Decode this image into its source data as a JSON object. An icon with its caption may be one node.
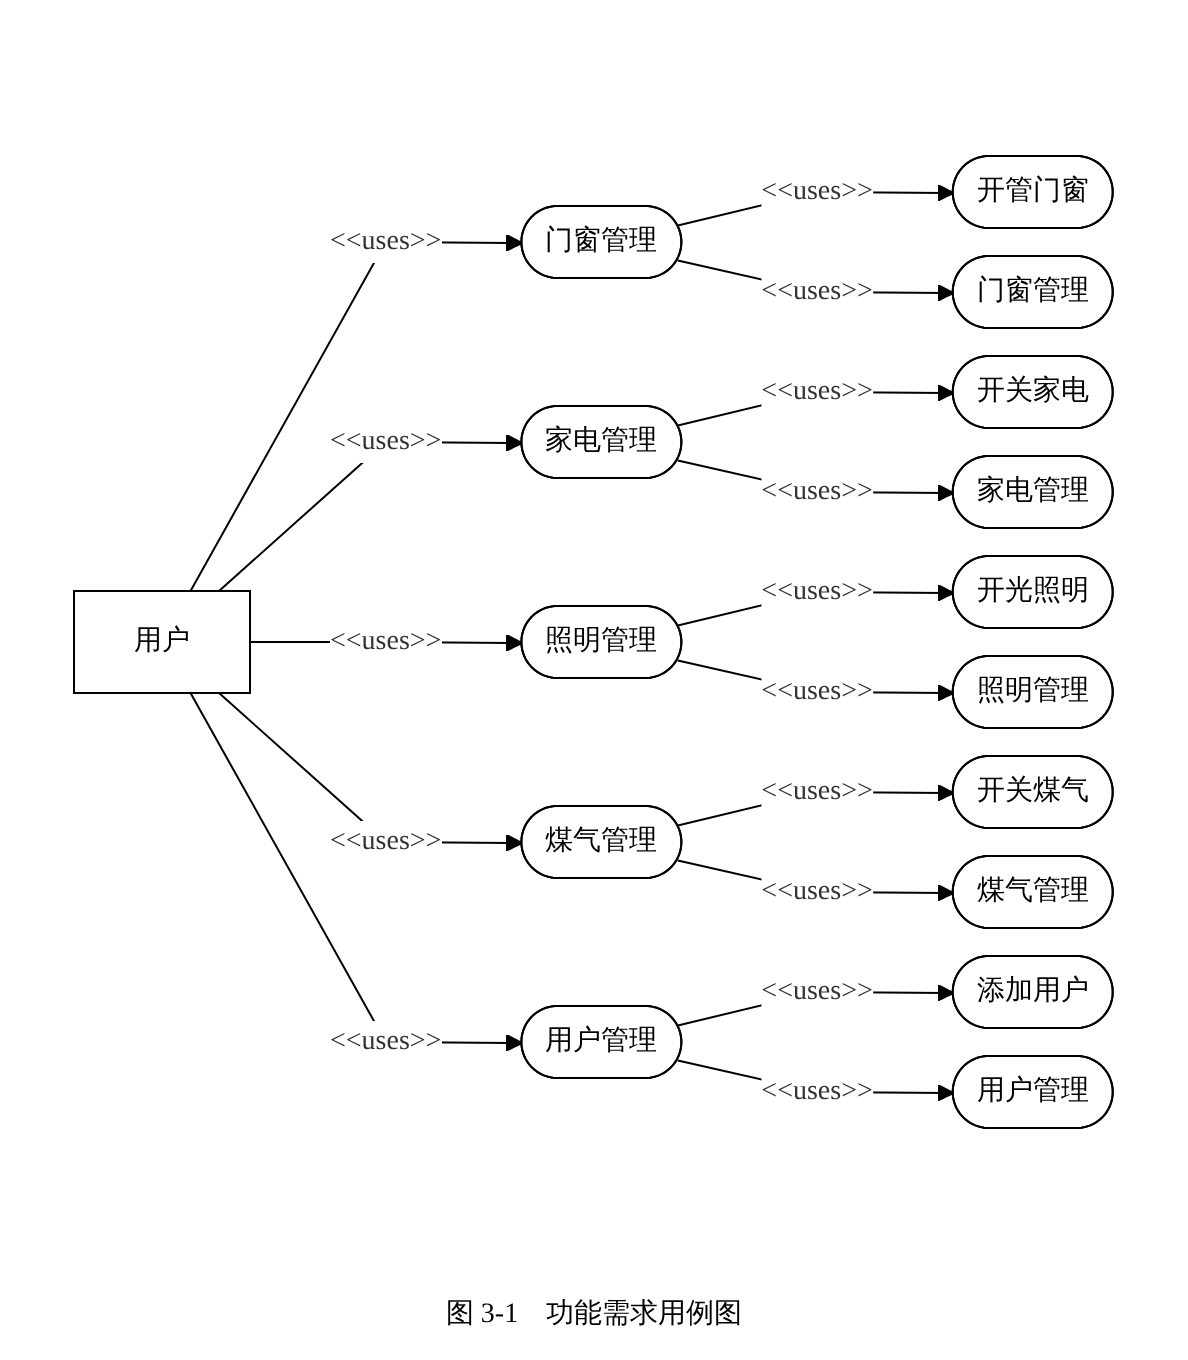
{
  "diagram": {
    "caption": "图 3-1　功能需求用例图",
    "nodes": [
      {
        "text": [
          "用户"
        ]
      },
      {
        "text": [
          "门窗管理"
        ]
      },
      {
        "text": [
          "开管门窗"
        ]
      },
      {
        "text": [
          "门窗管理"
        ]
      },
      {
        "text": [
          "家电管理"
        ]
      },
      {
        "text": [
          "开关家电"
        ]
      },
      {
        "text": [
          "家电管理"
        ]
      },
      {
        "text": [
          "照明管理"
        ]
      },
      {
        "text": [
          "开光照明"
        ]
      },
      {
        "text": [
          "照明管理"
        ]
      },
      {
        "text": [
          "煤气管理"
        ]
      },
      {
        "text": [
          "开关煤气"
        ]
      },
      {
        "text": [
          "煤气管理"
        ]
      },
      {
        "text": [
          "用户管理"
        ]
      },
      {
        "text": [
          "添加用户"
        ]
      },
      {
        "text": [
          "用户管理"
        ]
      }
    ],
    "edges": [
      {
        "from": 0,
        "to": 1,
        "arrow": "to",
        "label": "<<uses>>"
      },
      {
        "from": 0,
        "to": 4,
        "arrow": "to",
        "label": "<<uses>>"
      },
      {
        "from": 0,
        "to": 7,
        "arrow": "to",
        "label": "<<uses>>"
      },
      {
        "from": 0,
        "to": 10,
        "arrow": "to",
        "label": "<<uses>>"
      },
      {
        "from": 0,
        "to": 13,
        "arrow": "to",
        "label": "<<uses>>"
      },
      {
        "from": 1,
        "to": 2,
        "arrow": "to",
        "label": "<<uses>>"
      },
      {
        "from": 1,
        "to": 3,
        "arrow": "to",
        "label": "<<uses>>"
      },
      {
        "from": 4,
        "to": 5,
        "arrow": "to",
        "label": "<<uses>>"
      },
      {
        "from": 4,
        "to": 6,
        "arrow": "to",
        "label": "<<uses>>"
      },
      {
        "from": 7,
        "to": 8,
        "arrow": "to",
        "label": "<<uses>>"
      },
      {
        "from": 7,
        "to": 9,
        "arrow": "to",
        "label": "<<uses>>"
      },
      {
        "from": 10,
        "to": 11,
        "arrow": "to",
        "label": "<<uses>>"
      },
      {
        "from": 10,
        "to": 12,
        "arrow": "to",
        "label": "<<uses>>"
      },
      {
        "from": 13,
        "to": 14,
        "arrow": "to",
        "label": "<<uses>>"
      },
      {
        "from": 13,
        "to": 15,
        "arrow": "to",
        "label": "<<uses>>"
      }
    ]
  }
}
